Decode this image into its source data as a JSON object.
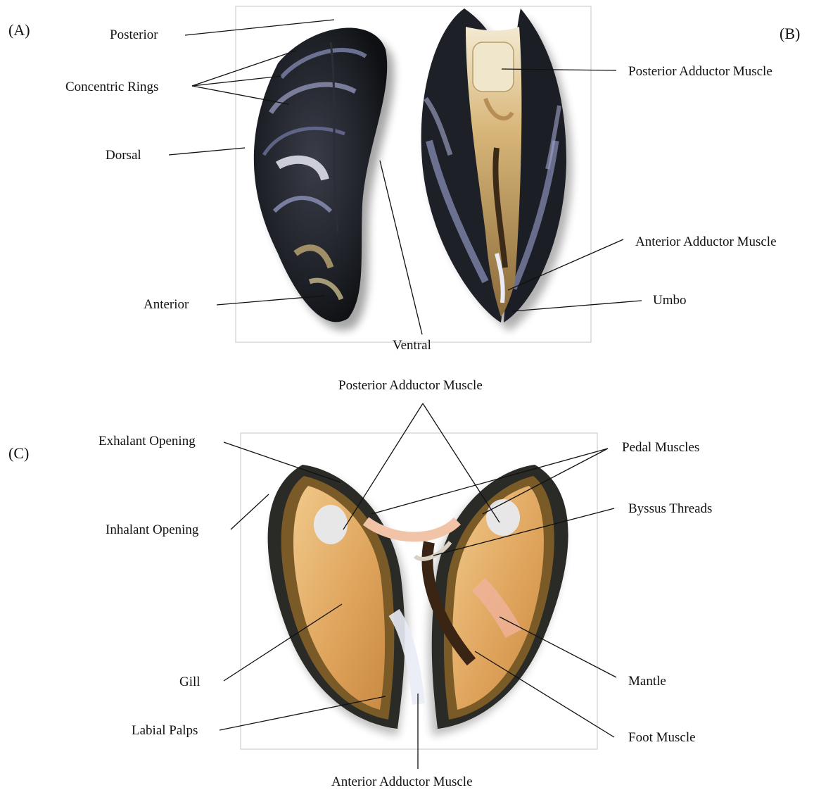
{
  "panels": {
    "a": "(A)",
    "b": "(B)",
    "c": "(C)"
  },
  "panel_a": {
    "posterior": "Posterior",
    "concentric_rings": "Concentric Rings",
    "dorsal": "Dorsal",
    "anterior": "Anterior",
    "ventral": "Ventral"
  },
  "panel_b": {
    "posterior_adductor": "Posterior Adductor Muscle",
    "anterior_adductor": "Anterior Adductor Muscle",
    "umbo": "Umbo"
  },
  "panel_c": {
    "posterior_adductor": "Posterior Adductor Muscle",
    "exhalant_opening": "Exhalant Opening",
    "inhalant_opening": "Inhalant Opening",
    "gill": "Gill",
    "labial_palps": "Labial Palps",
    "anterior_adductor": "Anterior Adductor Muscle",
    "pedal_muscles": "Pedal Muscles",
    "byssus_threads": "Byssus Threads",
    "mantle": "Mantle",
    "foot_muscle": "Foot Muscle"
  },
  "colors": {
    "shell_dark": "#1c1f24",
    "shell_blue": "#8a8fb8",
    "nacre_white": "#e6e8f2",
    "tissue_orange": "#e2a95c",
    "tissue_pink": "#efb39b",
    "mantle_edge": "#7a5a26"
  }
}
